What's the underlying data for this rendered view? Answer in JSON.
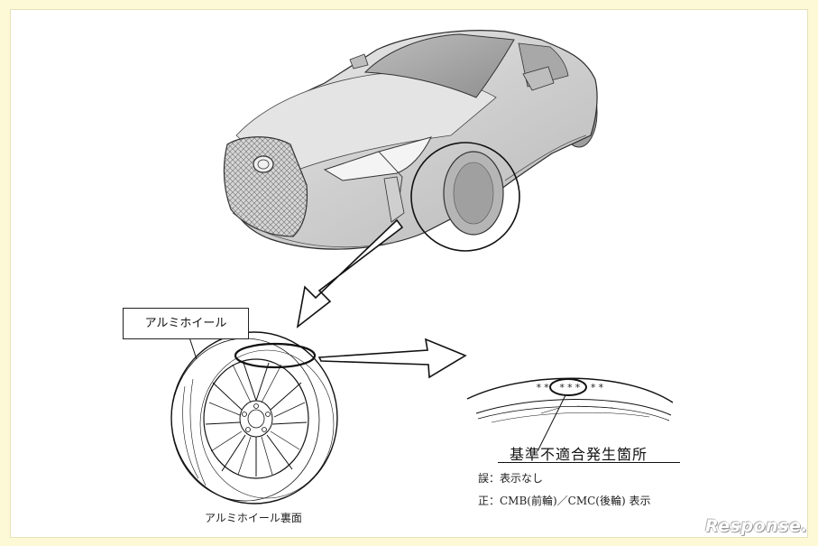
{
  "callout": {
    "wheel_label": "アルミホイール"
  },
  "caption": {
    "wheel_back": "アルミホイール裏面"
  },
  "detail": {
    "stars": "** *** **",
    "defect_location": "基準不適合発生箇所",
    "wrong_line": "誤：表示なし",
    "correct_line": "正：CMB(前輪)／CMC(後輪) 表示"
  },
  "watermark": {
    "logo_text": "Response."
  },
  "colors": {
    "background": "#fdf9d6",
    "line": "#111111",
    "car_body": "#d9d9d9"
  }
}
